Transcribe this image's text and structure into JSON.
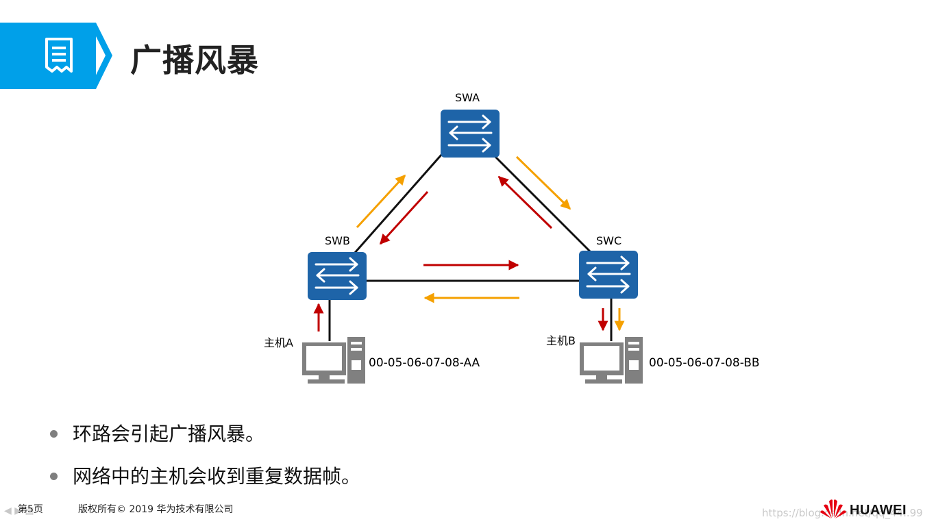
{
  "header": {
    "title": "广播风暴",
    "icon": "document-icon",
    "accent_color": "#00a0e9"
  },
  "diagram": {
    "switches": [
      {
        "id": "swa",
        "label": "SWA"
      },
      {
        "id": "swb",
        "label": "SWB"
      },
      {
        "id": "swc",
        "label": "SWC"
      }
    ],
    "hosts": [
      {
        "id": "host-a",
        "label": "主机A",
        "mac": "00-05-06-07-08-AA"
      },
      {
        "id": "host-b",
        "label": "主机B",
        "mac": "00-05-06-07-08-BB"
      }
    ],
    "colors": {
      "switch": "#1e64a8",
      "link": "#111111",
      "red_arrow": "#c00000",
      "orange_arrow": "#f5a000",
      "host": "#808080"
    }
  },
  "bullets": [
    "环路会引起广播风暴。",
    "网络中的主机会收到重复数据帧。"
  ],
  "footer": {
    "page": "第5页",
    "copyright": "版权所有© 2019 华为技术有限公司",
    "brand": "HUAWEI",
    "watermark": "https://blog.csdn.net/qq_44..99"
  }
}
